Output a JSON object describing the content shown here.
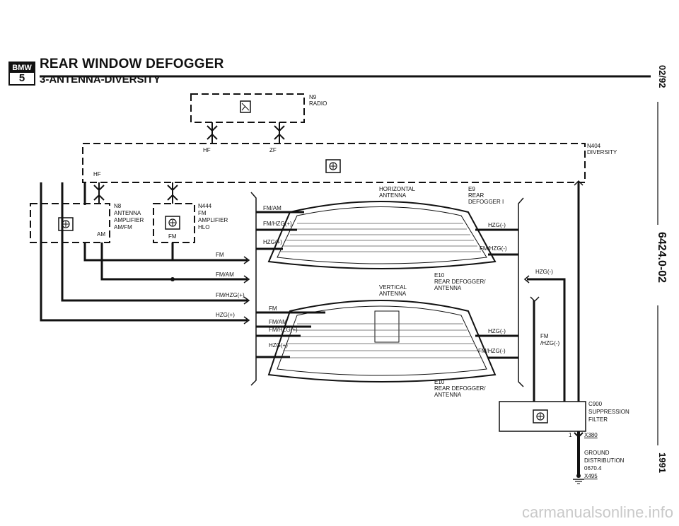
{
  "header": {
    "badge_top": "BMW",
    "badge_bottom": "5",
    "title": "REAR WINDOW DEFOGGER",
    "subtitle": "3-ANTENNA-DIVERSITY"
  },
  "side": {
    "date": "02/92",
    "doc_number": "6424.0-02",
    "year": "1991"
  },
  "components": {
    "radio": {
      "id": "N9",
      "name": "RADIO"
    },
    "diversity": {
      "id": "N404",
      "name": "DIVERSITY"
    },
    "amp_n8": {
      "id": "N8",
      "l1": "ANTENNA",
      "l2": "AMPLIFIER",
      "l3": "AM/FM",
      "port": "AM"
    },
    "amp_n444": {
      "id": "N444",
      "l1": "FM",
      "l2": "AMPLIFIER",
      "l3": "HLO",
      "port": "FM"
    },
    "e9": {
      "id": "E9",
      "l1": "REAR",
      "l2": "DEFOGGER I"
    },
    "e10_top": {
      "id": "E10",
      "l1": "REAR DEFOGGER/",
      "l2": "ANTENNA"
    },
    "e10_bottom": {
      "id": "E10",
      "l1": "REAR DEFOGGER/",
      "l2": "ANTENNA"
    },
    "c900": {
      "id": "C900",
      "l1": "SUPPRESSION",
      "l2": "FILTER"
    },
    "x380": {
      "id": "X380",
      "pin": "1"
    },
    "ground": {
      "l1": "GROUND",
      "l2": "DISTRIBUTION",
      "l3": "0670.4",
      "id": "X495"
    }
  },
  "labels": {
    "hf_top": "HF",
    "zf_top": "ZF",
    "hf_left": "HF",
    "horizontal_antenna_1": "HORIZONTAL",
    "horizontal_antenna_2": "ANTENNA",
    "vertical_antenna_1": "VERTICAL",
    "vertical_antenna_2": "ANTENNA",
    "line_fm": "FM",
    "line_fmam": "FM/AM",
    "line_fmhzg": "FM/HZG(+)",
    "line_hzg": "HZG(+)",
    "top_fmam": "FM/AM",
    "top_fmhzg": "FM/HZG(+)",
    "top_hzg": "HZG(+)",
    "top_hzg_minus": "HZG(-)",
    "top_fmhzg_minus": "FM/HZG(-)",
    "bot_fm": "FM",
    "bot_fmam": "FM/AM",
    "bot_fmhzg": "FM/HZG(+)",
    "bot_hzg": "HZG(+)",
    "bot_hzg_minus": "HZG(-)",
    "bot_fmhzg_minus": "FM/HZG(-)",
    "right_hzg_minus": "HZG(-)",
    "right_fm": "FM",
    "right_fm_hzg": "/HZG(-)"
  },
  "watermark": "carmanualsonline.info"
}
